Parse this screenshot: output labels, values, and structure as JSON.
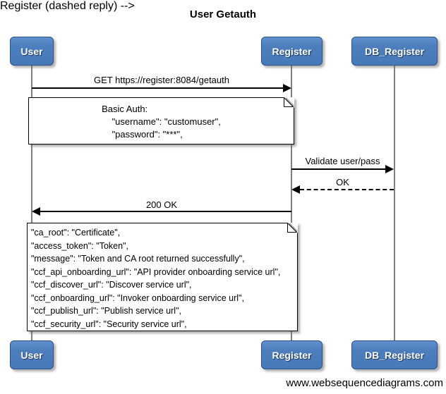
{
  "diagram": {
    "title": "User Getauth",
    "type": "sequence-diagram"
  },
  "actors": [
    {
      "id": "user",
      "label": "User"
    },
    {
      "id": "register",
      "label": "Register"
    },
    {
      "id": "db_register",
      "label": "DB_Register"
    }
  ],
  "messages": [
    {
      "label": "GET https://register:8084/getauth",
      "from": "User",
      "to": "Register",
      "line_style": "solid"
    },
    {
      "label": "Validate user/pass",
      "from": "Register",
      "to": "DB_Register",
      "line_style": "solid"
    },
    {
      "label": "OK",
      "from": "DB_Register",
      "to": "Register",
      "line_style": "dashed"
    },
    {
      "label": "200 OK",
      "from": "Register",
      "to": "User",
      "line_style": "solid"
    }
  ],
  "notes": [
    {
      "anchor": "over User and Register",
      "text": "Basic Auth:\n    \"username\": \"customuser\",\n    \"password\": \"***\","
    },
    {
      "anchor": "over User and Register",
      "text": "\"ca_root\": \"Certificate\",\n\"access_token\": \"Token\",\n\"message\": \"Token and CA root returned successfully\",\n\"ccf_api_onboarding_url\": \"API provider onboarding service url\",\n\"ccf_discover_url\": \"Discover service url\",\n\"ccf_onboarding_url\": \"Invoker onboarding service url\",\n\"ccf_publish_url\": \"Publish service url\",\n\"ccf_security_url\": \"Security service url\","
    }
  ],
  "footer": {
    "watermark": "www.websequencediagrams.com"
  },
  "colors": {
    "actor_fill": "#4c7dbc",
    "actor_border": "#2b5186",
    "actor_text": "#ffffff",
    "lifeline": "#808080",
    "message_line": "#000000",
    "note_fill": "#ffffff",
    "note_border": "#000000",
    "background": "#ffffff"
  }
}
